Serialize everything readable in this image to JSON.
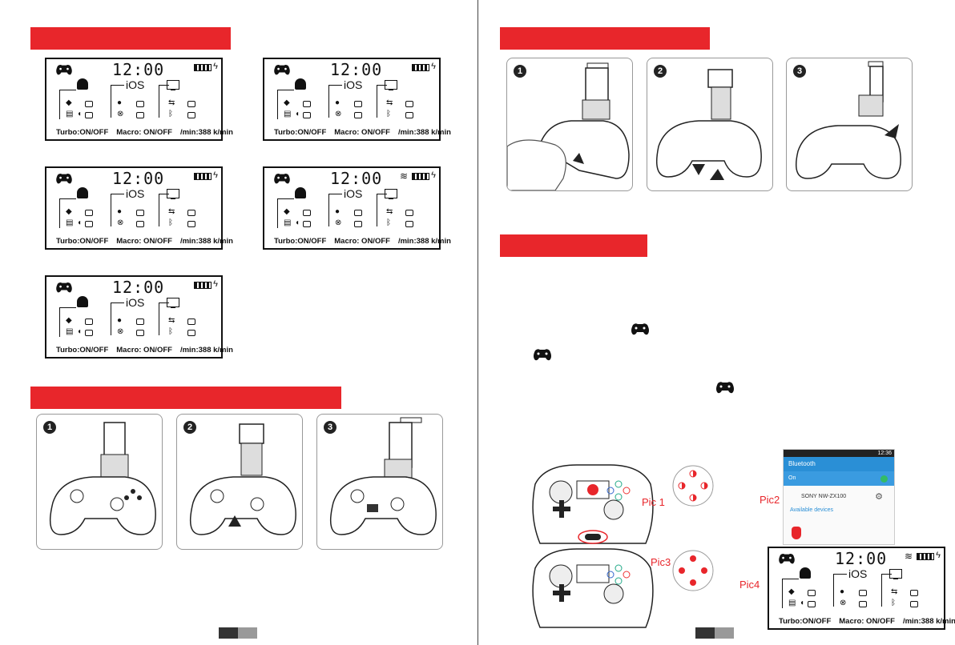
{
  "lcd_screens": [
    {
      "time": "12:00",
      "os_label": "iOS",
      "turbo": "Turbo:ON/OFF",
      "macro": "Macro: ON/OFF",
      "speed": "/min:388 k/min",
      "vibration": false
    },
    {
      "time": "12:00",
      "os_label": "iOS",
      "turbo": "Turbo:ON/OFF",
      "macro": "Macro: ON/OFF",
      "speed": "/min:388 k/min",
      "vibration": false
    },
    {
      "time": "12:00",
      "os_label": "iOS",
      "turbo": "Turbo:ON/OFF",
      "macro": "Macro: ON/OFF",
      "speed": "/min:388 k/min",
      "vibration": false
    },
    {
      "time": "12:00",
      "os_label": "iOS",
      "turbo": "Turbo:ON/OFF",
      "macro": "Macro: ON/OFF",
      "speed": "/min:388 k/min",
      "vibration": true
    },
    {
      "time": "12:00",
      "os_label": "iOS",
      "turbo": "Turbo:ON/OFF",
      "macro": "Macro: ON/OFF",
      "speed": "/min:388 k/min",
      "vibration": false
    },
    {
      "time": "12:00",
      "os_label": "iOS",
      "turbo": "Turbo:ON/OFF",
      "macro": "Macro: ON/OFF",
      "speed": "/min:388 k/min",
      "vibration": true
    }
  ],
  "steps": [
    "1",
    "2",
    "3"
  ],
  "pic_labels": {
    "pic1": "Pic 1",
    "pic2": "Pic2",
    "pic3": "Pic3",
    "pic4": "Pic4"
  },
  "phone": {
    "status_time": "12:36",
    "title": "Bluetooth",
    "toggle": "On",
    "device": "SONY NW-ZX100",
    "section": "Available devices"
  },
  "colors": {
    "accent": "#e8262b",
    "phone_bar": "#2a8fd6"
  }
}
